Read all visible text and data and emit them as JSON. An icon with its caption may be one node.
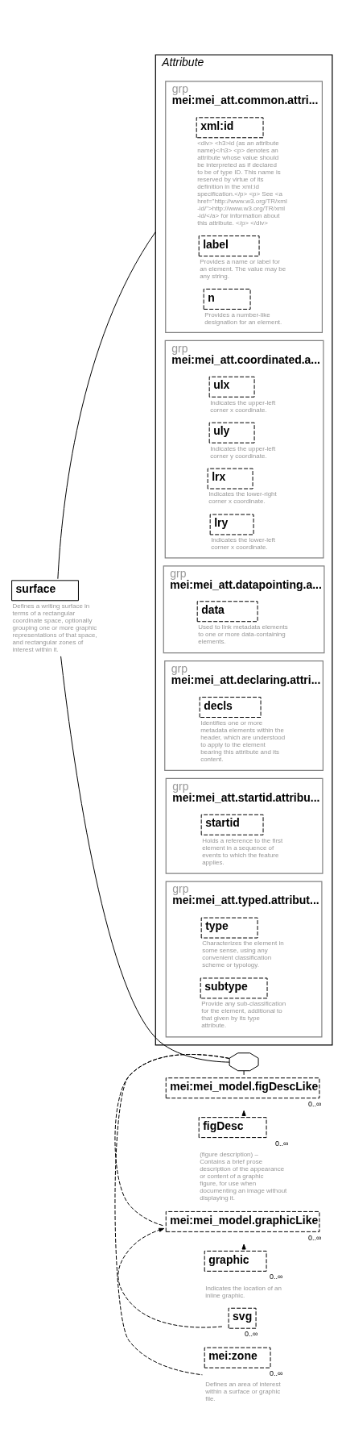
{
  "diagram": {
    "nodes": [
      {
        "text": [
          "surface",
          "Defines a writing surface in terms of a rectangular coordinate space, optionally grouping one or more graphic representations of that space, and rectangular zones of interest within it."
        ]
      },
      {
        "text": [
          "Attribute"
        ]
      },
      {
        "text": [
          "grp",
          "mei:mei_att.common.attri..."
        ],
        "in": 1
      },
      {
        "text": [
          "xml:id",
          "<div> <h3>id (as an attribute name)</h3> <p> denotes an attribute whose value should be interpreted as if declared to be of type ID. This name is reserved by virtue of its definition in the xml:id specification.</p> <p> See <a href=\"http://www.w3.org/TR/xml-id/\">http://www.w3.org/TR/xml-id/</a> for information about this attribute. </p> </div>"
        ],
        "in": 2
      },
      {
        "text": [
          "label",
          "Provides a name or label for an element. The value may be any string."
        ],
        "in": 2
      },
      {
        "text": [
          "n",
          "Provides a number-like designation for an element."
        ],
        "in": 2
      },
      {
        "text": [
          "grp",
          "mei:mei_att.coordinated.a..."
        ],
        "in": 1
      },
      {
        "text": [
          "ulx",
          "Indicates the upper-left corner x coordinate."
        ],
        "in": 6
      },
      {
        "text": [
          "uly",
          "Indicates the upper-left corner y coordinate."
        ],
        "in": 6
      },
      {
        "text": [
          "lrx",
          "Indicates the lower-right corner x coordinate."
        ],
        "in": 6
      },
      {
        "text": [
          "lry",
          "Indicates the lower-left corner x coordinate."
        ],
        "in": 6
      },
      {
        "text": [
          "grp",
          "mei:mei_att.datapointing.a..."
        ],
        "in": 1
      },
      {
        "text": [
          "data",
          "Used to link metadata elements to one or more data-containing elements."
        ],
        "in": 11
      },
      {
        "text": [
          "grp",
          "mei:mei_att.declaring.attri..."
        ],
        "in": 1
      },
      {
        "text": [
          "decls",
          "Identifies one or more metadata elements within the header, which are understood to apply to the element bearing this attribute and its content."
        ],
        "in": 13
      },
      {
        "text": [
          "grp",
          "mei:mei_att.startid.attribu..."
        ],
        "in": 1
      },
      {
        "text": [
          "startid",
          "Holds a reference to the first element in a sequence of events to which the feature applies."
        ],
        "in": 15
      },
      {
        "text": [
          "grp",
          "mei:mei_att.typed.attribut..."
        ],
        "in": 1
      },
      {
        "text": [
          "type",
          "Characterizes the element in some sense, using any convenient classification scheme or typology."
        ],
        "in": 17
      },
      {
        "text": [
          "subtype",
          "Provide any sub-classification for the element, additional to that given by its type attribute."
        ],
        "in": 17
      },
      {
        "text": [],
        "shape": "octagon"
      },
      {
        "text": [
          "mei:mei_model.figDescLike"
        ],
        "beside": [
          "0..∞"
        ]
      },
      {
        "text": [
          "figDesc",
          "(figure description) – Contains a brief prose description of the appearance or content of a graphic figure, for use when documenting an image without displaying it."
        ],
        "beside": [
          "0..∞"
        ]
      },
      {
        "text": [
          "mei:mei_model.graphicLike"
        ],
        "beside": [
          "0..∞"
        ]
      },
      {
        "text": [
          "graphic",
          "Indicates the location of an inline graphic."
        ],
        "beside": [
          "0..∞"
        ]
      },
      {
        "text": [
          "svg"
        ],
        "beside": [
          "0..∞"
        ]
      },
      {
        "text": [
          "mei:zone",
          "Defines an area of interest within a surface or graphic file."
        ],
        "beside": [
          "0..∞"
        ]
      }
    ],
    "edges": [
      {
        "from": 0,
        "to": 1,
        "arrow": "none"
      },
      {
        "from": 0,
        "to": 20,
        "arrow": "none"
      },
      {
        "from": 20,
        "to": 21,
        "arrow": "none",
        "style": "dashed"
      },
      {
        "from": 22,
        "to": 21,
        "arrow": "to",
        "style": "dashed"
      },
      {
        "from": 20,
        "to": 23,
        "arrow": "none",
        "style": "dashed"
      },
      {
        "from": 24,
        "to": 23,
        "arrow": "to",
        "style": "dashed"
      },
      {
        "from": 25,
        "to": 23,
        "arrow": "to",
        "style": "dashed"
      },
      {
        "from": 20,
        "to": 26,
        "arrow": "none",
        "style": "dashed"
      }
    ]
  }
}
